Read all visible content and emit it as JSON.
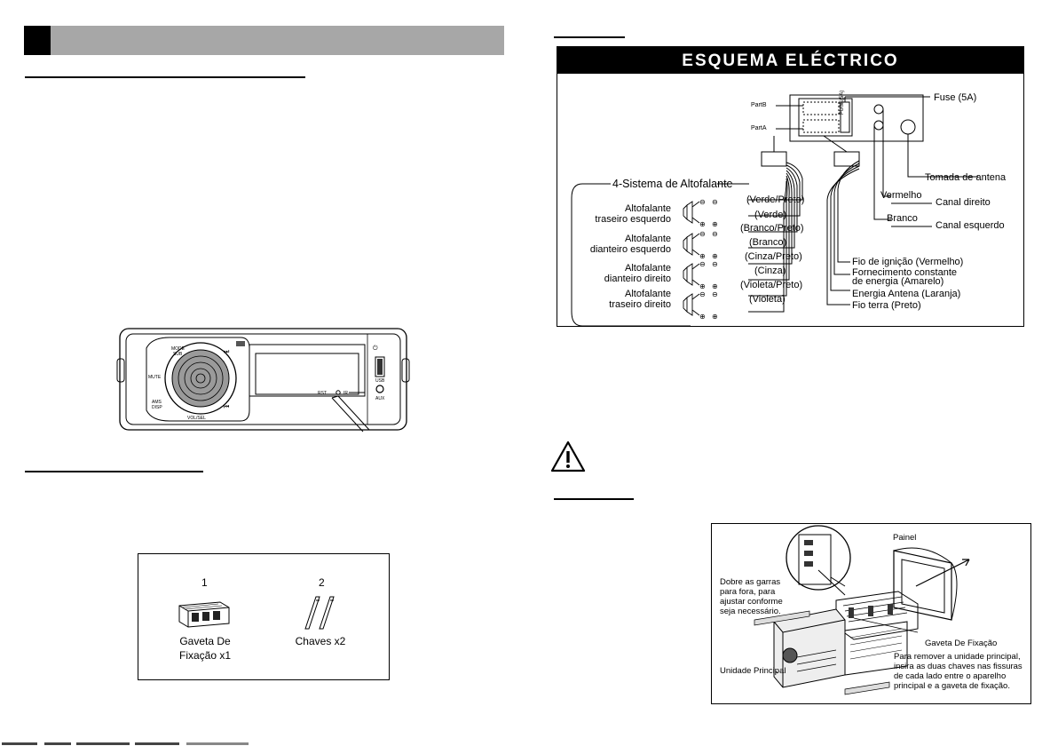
{
  "accessories": {
    "items": [
      {
        "num": "1",
        "label_line1": "Gaveta De",
        "label_line2": "Fixação x1"
      },
      {
        "num": "2",
        "label_line1": "Chaves x2",
        "label_line2": ""
      }
    ]
  },
  "wiring": {
    "title": "ESQUEMA ELÉCTRICO",
    "part_b": "PartB",
    "part_a": "PartA",
    "fuse_box": "FUSE(5A)",
    "fuse": "Fuse (5A)",
    "antenna_socket": "Tomada de antena",
    "red": "Vermelho",
    "right_channel": "Canal direito",
    "white": "Branco",
    "left_channel": "Canal esquerdo",
    "speaker_system": "4-Sistema de Altofalante",
    "speakers": [
      {
        "line1": "Altofalante",
        "line2": "traseiro esquerdo",
        "neg": "(Verde/Preto)",
        "pos": "(Verde)"
      },
      {
        "line1": "Altofalante",
        "line2": "dianteiro esquerdo",
        "neg": "(Branco/Preto)",
        "pos": "(Branco)"
      },
      {
        "line1": "Altofalante",
        "line2": "dianteiro direito",
        "neg": "(Cinza/Preto)",
        "pos": "(Cinza)"
      },
      {
        "line1": "Altofalante",
        "line2": "traseiro direito",
        "neg": "(Violeta/Preto)",
        "pos": "(Violeta)"
      }
    ],
    "power": [
      "Fio de ignição (Vermelho)",
      "Fornecimento constante",
      "de energia (Amarelo)",
      "Energia Antena (Laranja)",
      "Fio terra (Preto)"
    ]
  },
  "install": {
    "panel": "Painel",
    "claws": [
      "Dobre as garras",
      "para fora, para",
      "ajustar conforme",
      "seja necessário."
    ],
    "sleeve": "Gaveta De Fixação",
    "main_unit": "Unidade Principal",
    "remove": [
      "Para remover a unidade principal,",
      "insira as duas chaves nas fissuras",
      "de cada lado entre o aparelho",
      "principal e a gaveta de fixação."
    ]
  },
  "panel_labels": {
    "mode": "MODE",
    "sub": "SUB",
    "mute": "MUTE",
    "ams": "AMS",
    "disp": "DISP",
    "vol_sel": "VOL/SEL",
    "usb": "USB",
    "aux": "AUX",
    "rst": "RST",
    "ir": "IR"
  }
}
